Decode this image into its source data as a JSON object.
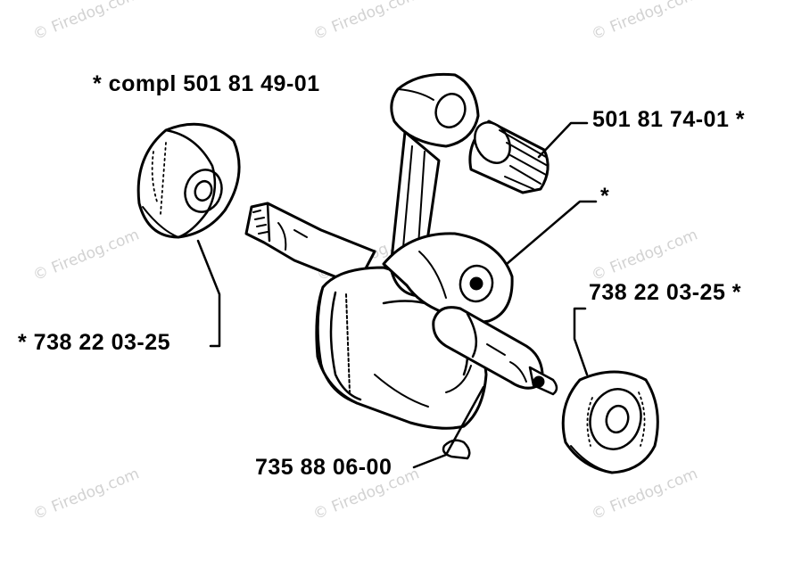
{
  "watermark": "© Firedog.com",
  "colors": {
    "ink": "#000000",
    "paper": "#ffffff",
    "watermark": "#d2d2d2"
  },
  "labels": {
    "kit": "*  compl 501 81 49-01",
    "needle_bearing": "501 81 74-01  *",
    "marker_star": "*",
    "bearing_left": "*  738 22 03-25",
    "bearing_right": "738 22 03-25  *",
    "key": "735 88 06-00"
  }
}
